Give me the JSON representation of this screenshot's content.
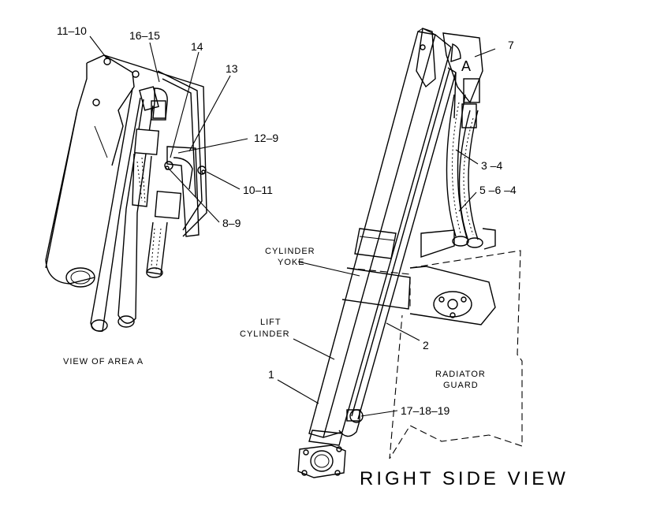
{
  "labels": {
    "p11_10": "11–10",
    "p16_15": "16–15",
    "p14": "14",
    "p13": "13",
    "p12_9": "12–9",
    "p10_11": "10–11",
    "p8_9": "8–9",
    "p7": "7",
    "pA": "A",
    "p3_4": "3 –4",
    "p5_6_4": "5 –6 –4",
    "cyl_yoke_1": "CYLINDER",
    "cyl_yoke_2": "YOKE",
    "lift_cyl_1": "LIFT",
    "lift_cyl_2": "CYLINDER",
    "p2": "2",
    "p1": "1",
    "rad_guard_1": "RADIATOR",
    "rad_guard_2": "GUARD",
    "p17_18_19": "17–18–19"
  },
  "captions": {
    "view_area": "VIEW OF AREA A",
    "right_side": "RIGHT SIDE VIEW"
  }
}
